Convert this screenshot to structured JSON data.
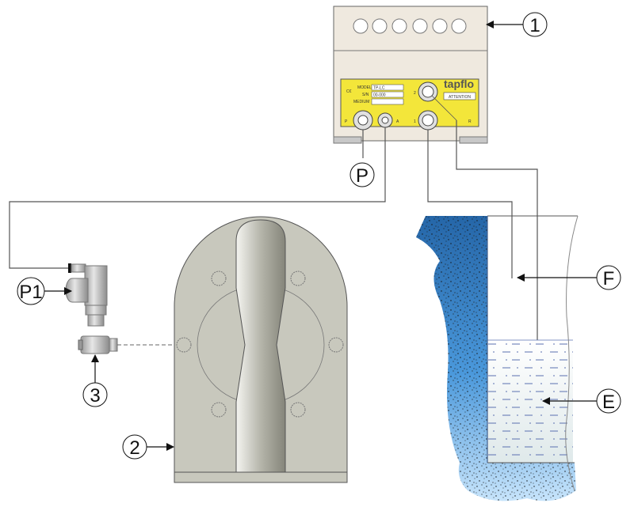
{
  "diagram": {
    "title": "Level control installation diagram",
    "colors": {
      "controller_body": "#efe9df",
      "label_plate": "#f3e63a",
      "pump_body": "#c8c8bd",
      "tank_blue_dark": "#2b6fae",
      "tank_blue_light": "#a9d4f5",
      "line": "#555555"
    },
    "controller": {
      "brand": "tapflo",
      "plate_fields": [
        "MODEL",
        "S/N",
        "MEDIUM"
      ],
      "plate_values": [
        "TP-LC",
        "00-000",
        ""
      ],
      "warning": "ATTENTION",
      "port_labels": [
        "P",
        "A",
        "1",
        "2",
        "R"
      ],
      "indicator_count": 6
    },
    "callouts": [
      {
        "id": "1",
        "label": "1",
        "target": "controller"
      },
      {
        "id": "P",
        "label": "P",
        "target": "air supply port"
      },
      {
        "id": "P1",
        "label": "P1",
        "target": "pilot valve"
      },
      {
        "id": "3",
        "label": "3",
        "target": "valve fitting"
      },
      {
        "id": "2",
        "label": "2",
        "target": "pump"
      },
      {
        "id": "F",
        "label": "F",
        "target": "full level probe"
      },
      {
        "id": "E",
        "label": "E",
        "target": "empty level probe"
      }
    ]
  }
}
